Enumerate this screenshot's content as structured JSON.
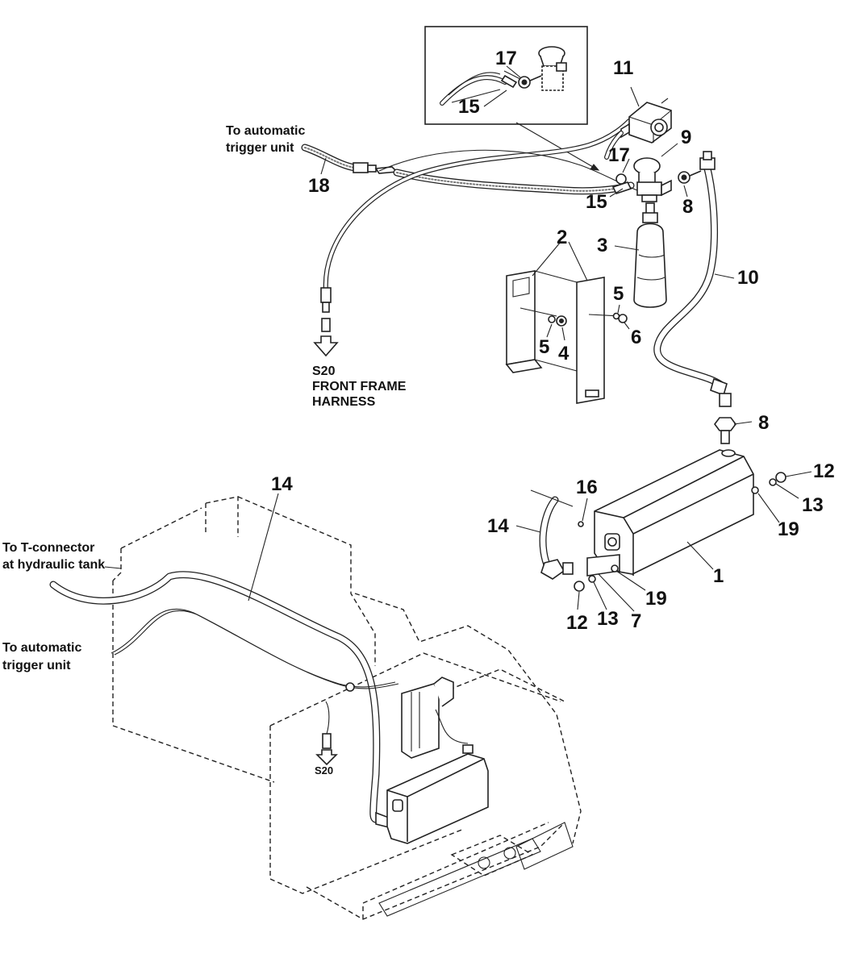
{
  "notes": {
    "trigger_top_line1": "To automatic",
    "trigger_top_line2": "trigger unit",
    "harness_line1": "S20",
    "harness_line2": "FRONT FRAME",
    "harness_line3": "HARNESS",
    "tconn_line1": "To T-connector",
    "tconn_line2": "at hydraulic tank",
    "trigger_bottom_line1": "To automatic",
    "trigger_bottom_line2": "trigger unit",
    "s20_small": "S20"
  },
  "callouts": [
    {
      "id": "c17-inset",
      "text": "17"
    },
    {
      "id": "c15-inset",
      "text": "15"
    },
    {
      "id": "c11",
      "text": "11"
    },
    {
      "id": "c9",
      "text": "9"
    },
    {
      "id": "c17",
      "text": "17"
    },
    {
      "id": "c15",
      "text": "15"
    },
    {
      "id": "c8-top",
      "text": "8"
    },
    {
      "id": "c18",
      "text": "18"
    },
    {
      "id": "c3",
      "text": "3"
    },
    {
      "id": "c2",
      "text": "2"
    },
    {
      "id": "c10",
      "text": "10"
    },
    {
      "id": "c5-right",
      "text": "5"
    },
    {
      "id": "c6",
      "text": "6"
    },
    {
      "id": "c5-left",
      "text": "5"
    },
    {
      "id": "c4",
      "text": "4"
    },
    {
      "id": "c8-mid",
      "text": "8"
    },
    {
      "id": "c12-top",
      "text": "12"
    },
    {
      "id": "c13-top",
      "text": "13"
    },
    {
      "id": "c16",
      "text": "16"
    },
    {
      "id": "c14-mid",
      "text": "14"
    },
    {
      "id": "c19-right",
      "text": "19"
    },
    {
      "id": "c1",
      "text": "1"
    },
    {
      "id": "c19-bottom",
      "text": "19"
    },
    {
      "id": "c12-bottom",
      "text": "12"
    },
    {
      "id": "c13-bottom",
      "text": "13"
    },
    {
      "id": "c7",
      "text": "7"
    },
    {
      "id": "c14-top",
      "text": "14"
    }
  ]
}
